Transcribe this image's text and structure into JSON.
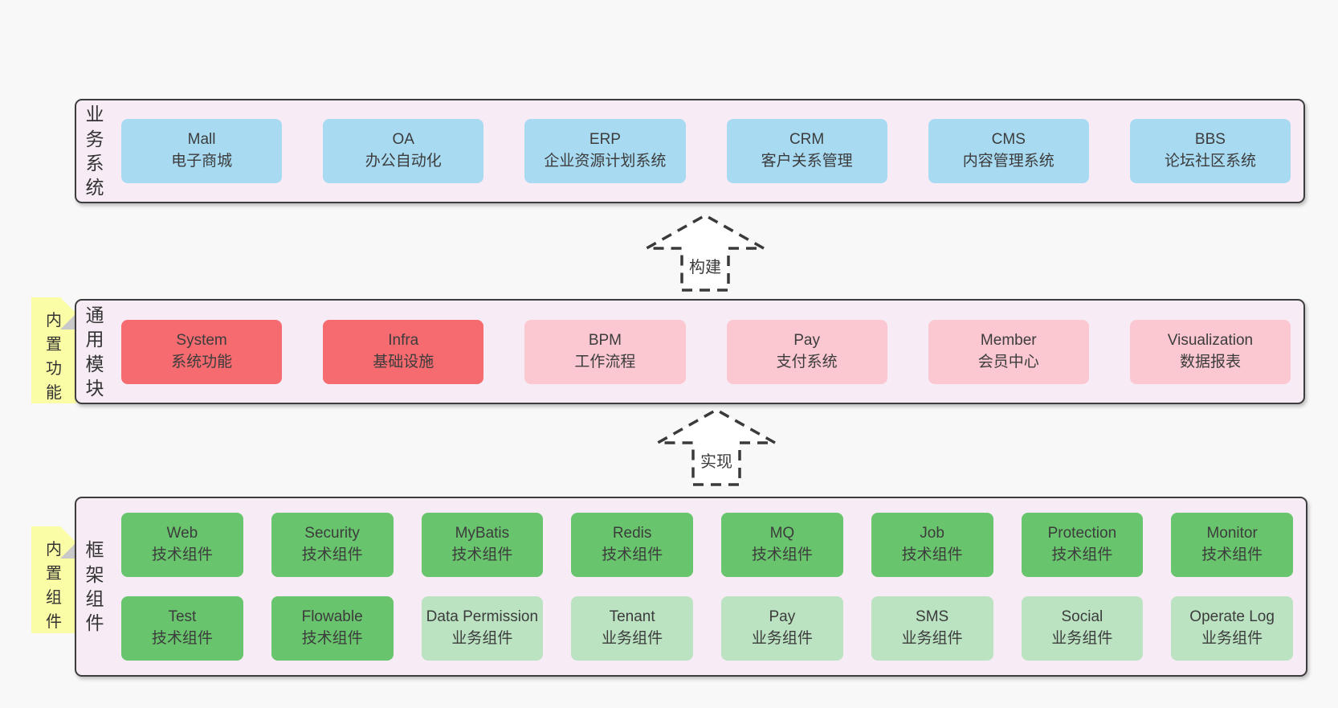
{
  "colors": {
    "page_bg": "#f8f8f8",
    "container_bg": "#f7ecf5",
    "container_border": "#3d3d3d",
    "blue_box": "#a8daf2",
    "red_box": "#f56b6f",
    "pink_box": "#fbc8d2",
    "green_box": "#69c56d",
    "light_green_box": "#bbe3c2",
    "note_bg": "#fbfca6",
    "note_fold": "#c9c9c9",
    "text": "#3c3c3c"
  },
  "arrows": [
    {
      "label": "构建"
    },
    {
      "label": "实现"
    }
  ],
  "sections": [
    {
      "id": "business-systems",
      "label": "业务系统",
      "boxes": [
        {
          "name": "Mall",
          "desc": "电子商城",
          "variant": "blue"
        },
        {
          "name": "OA",
          "desc": "办公自动化",
          "variant": "blue"
        },
        {
          "name": "ERP",
          "desc": "企业资源计划系统",
          "variant": "blue"
        },
        {
          "name": "CRM",
          "desc": "客户关系管理",
          "variant": "blue"
        },
        {
          "name": "CMS",
          "desc": "内容管理系统",
          "variant": "blue"
        },
        {
          "name": "BBS",
          "desc": "论坛社区系统",
          "variant": "blue"
        }
      ]
    },
    {
      "id": "common-modules",
      "label": "通用模块",
      "note": "内置功能",
      "boxes": [
        {
          "name": "System",
          "desc": "系统功能",
          "variant": "red"
        },
        {
          "name": "Infra",
          "desc": "基础设施",
          "variant": "red"
        },
        {
          "name": "BPM",
          "desc": "工作流程",
          "variant": "pink"
        },
        {
          "name": "Pay",
          "desc": "支付系统",
          "variant": "pink"
        },
        {
          "name": "Member",
          "desc": "会员中心",
          "variant": "pink"
        },
        {
          "name": "Visualization",
          "desc": "数据报表",
          "variant": "pink"
        }
      ]
    },
    {
      "id": "framework-components",
      "label": "框架组件",
      "note": "内置组件",
      "boxes_row1": [
        {
          "name": "Web",
          "desc": "技术组件",
          "variant": "green"
        },
        {
          "name": "Security",
          "desc": "技术组件",
          "variant": "green"
        },
        {
          "name": "MyBatis",
          "desc": "技术组件",
          "variant": "green"
        },
        {
          "name": "Redis",
          "desc": "技术组件",
          "variant": "green"
        },
        {
          "name": "MQ",
          "desc": "技术组件",
          "variant": "green"
        },
        {
          "name": "Job",
          "desc": "技术组件",
          "variant": "green"
        },
        {
          "name": "Protection",
          "desc": "技术组件",
          "variant": "green"
        },
        {
          "name": "Monitor",
          "desc": "技术组件",
          "variant": "green"
        }
      ],
      "boxes_row2": [
        {
          "name": "Test",
          "desc": "技术组件",
          "variant": "green"
        },
        {
          "name": "Flowable",
          "desc": "技术组件",
          "variant": "green"
        },
        {
          "name": "Data Permission",
          "desc": "业务组件",
          "variant": "lgreen"
        },
        {
          "name": "Tenant",
          "desc": "业务组件",
          "variant": "lgreen"
        },
        {
          "name": "Pay",
          "desc": "业务组件",
          "variant": "lgreen"
        },
        {
          "name": "SMS",
          "desc": "业务组件",
          "variant": "lgreen"
        },
        {
          "name": "Social",
          "desc": "业务组件",
          "variant": "lgreen"
        },
        {
          "name": "Operate Log",
          "desc": "业务组件",
          "variant": "lgreen"
        }
      ]
    }
  ]
}
